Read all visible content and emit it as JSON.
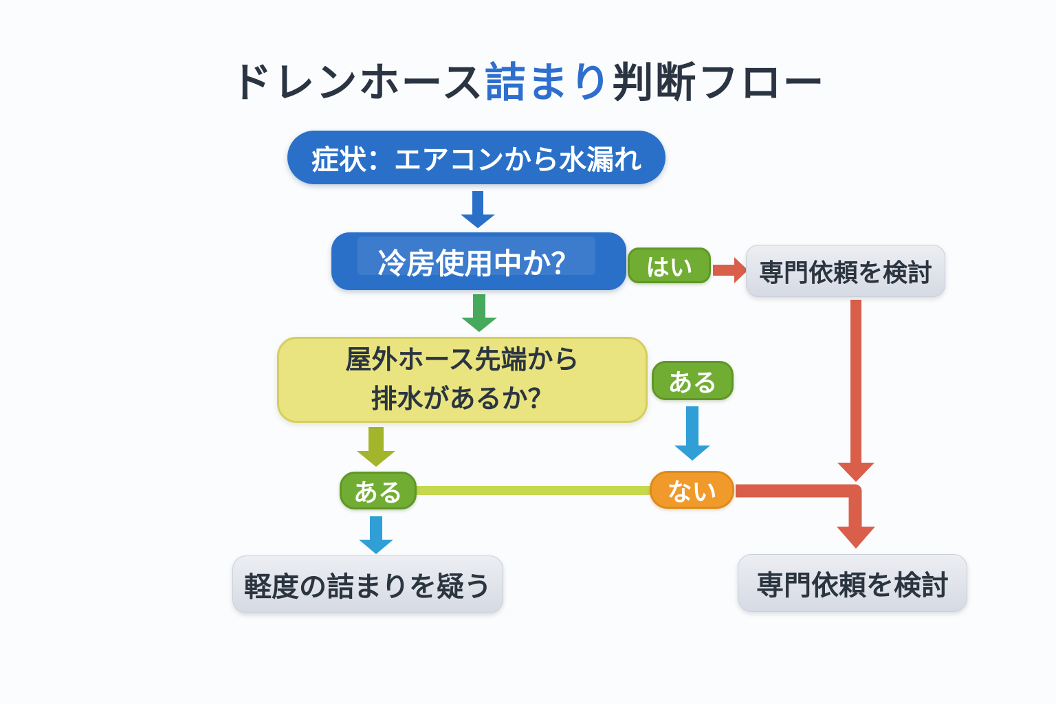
{
  "title": {
    "part1": "ドレンホース",
    "part2": "詰まり",
    "part3": "判断フロー"
  },
  "nodes": {
    "symptom": "症状：エアコンから水漏れ",
    "question1": "冷房使用中か？",
    "question2": "屋外ホース先端から\n排水があるか？",
    "result_mild_clog": "軽度の詰まりを疑う",
    "result_professional_top": "専門依頼を検討",
    "result_professional_bottom": "専門依頼を検討"
  },
  "badges": {
    "yes": "はい",
    "drain_present_right": "ある",
    "drain_present_left": "ある",
    "drain_absent": "ない"
  },
  "colors": {
    "blue": "#2a70c8",
    "title_text": "#2b3442",
    "title_highlight": "#2e6fce",
    "green_badge": "#72ad33",
    "green_arrow": "#47a95c",
    "olive_arrow": "#a2b52b",
    "cyan_arrow": "#2f9fd6",
    "orange_badge": "#f09a2c",
    "red": "#d95f4b",
    "yellow_box": "#e9e480",
    "line_yellowgreen": "#c5d84e",
    "gray_box": "#d9dde5",
    "text_dark": "#2b3540",
    "background": "#fbfcfd"
  }
}
